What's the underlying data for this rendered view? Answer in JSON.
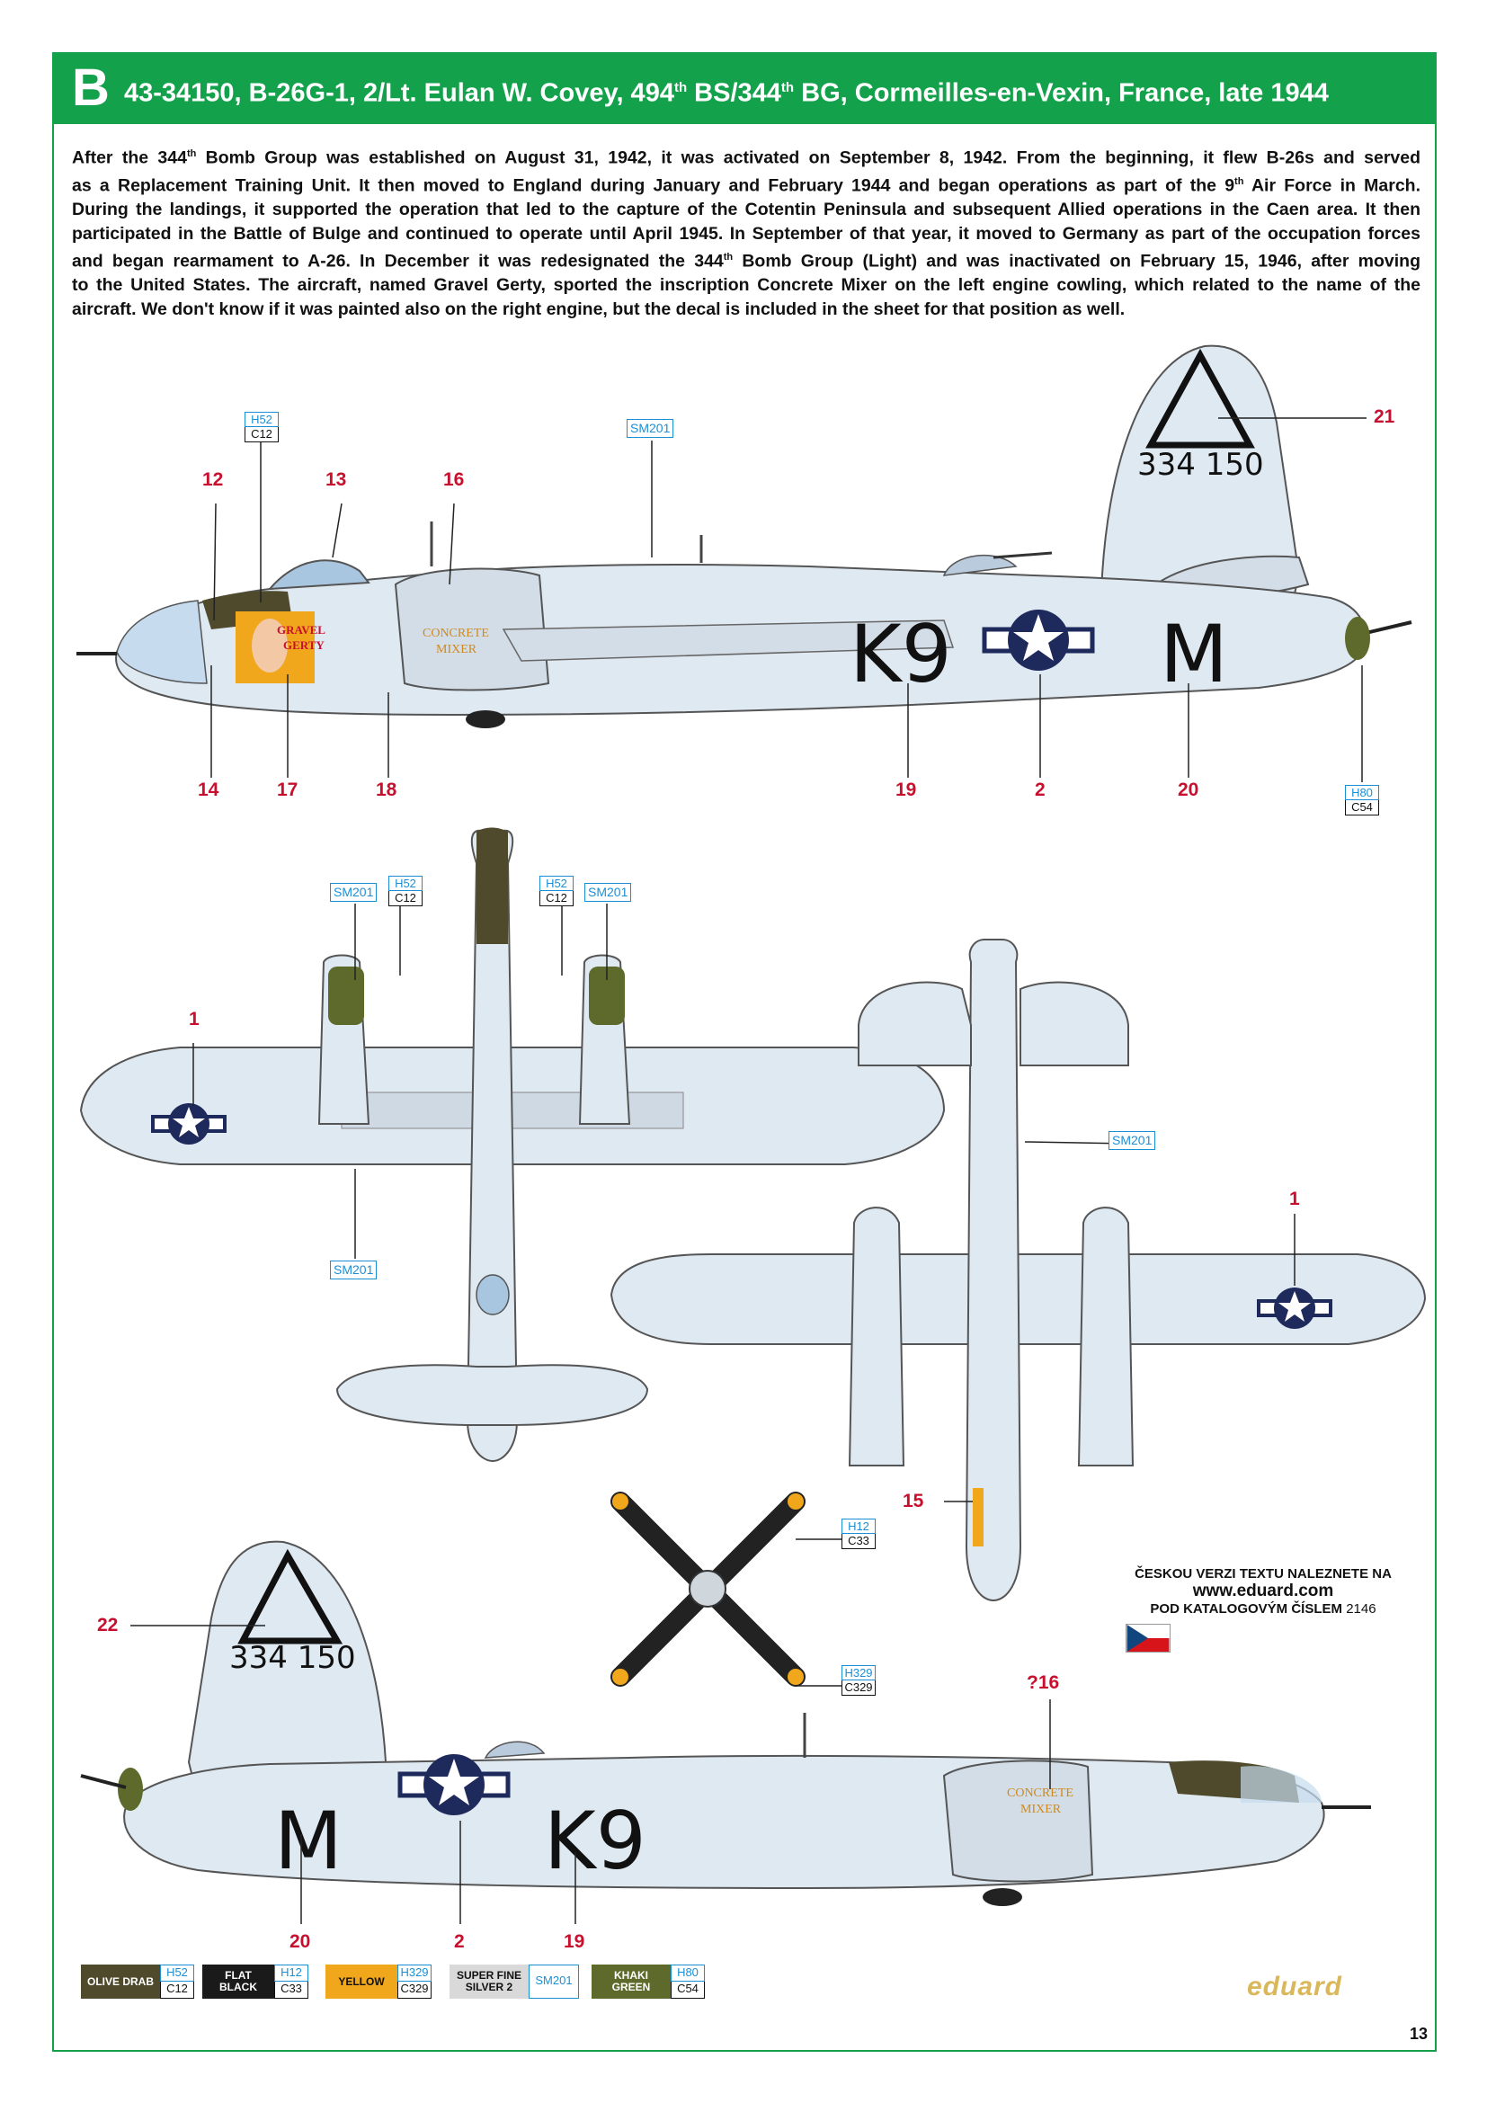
{
  "header": {
    "letter": "B",
    "title_parts": [
      "43-34150, B-26G-1, 2/Lt. Eulan W. Covey, 494",
      "th",
      " BS/344",
      "th",
      " BG, Cormeilles-en-Vexin, France, late 1944"
    ]
  },
  "description": {
    "lines": [
      [
        "After the 344",
        "th",
        " Bomb Group was established on August 31, 1942, it was activated on September 8, 1942. From the beginning, it flew B-26s and served"
      ],
      [
        "as a Replacement Training Unit. It then moved to England during January and February 1944 and began operations as part of the 9",
        "th",
        " Air Force in March."
      ],
      [
        "During the landings, it supported the operation that led to the capture of the Cotentin Peninsula and subsequent Allied operations in the Caen area. It then"
      ],
      [
        "participated in the Battle of Bulge and continued to operate until April 1945. In September of that year, it moved to Germany as part of the occupation forces"
      ],
      [
        "and began rearmament to A-26. In December it was redesignated the 344",
        "th",
        " Bomb Group (Light) and was inactivated on February 15, 1946, after moving"
      ],
      [
        "to the United States. The aircraft, named Gravel Gerty, sported the inscription Concrete Mixer on the left engine cowling, which related to the name of the"
      ],
      [
        "aircraft. We don't know if it was painted also on the right engine, but the decal is included in the sheet for that position as well."
      ]
    ]
  },
  "markings": {
    "tail_code": "334 150",
    "fuselage_code": "K9",
    "individual_letter": "M",
    "nose_art_name": "GRAVEL GERTY",
    "cowling_text": "CONCRETE MIXER"
  },
  "callouts": {
    "left_side": [
      "12",
      "13",
      "16",
      "21",
      "14",
      "17",
      "18",
      "19",
      "2",
      "20"
    ],
    "top_view": [
      "1"
    ],
    "bottom_view": [
      "1",
      "15"
    ],
    "right_side": [
      "22",
      "?16",
      "20",
      "2",
      "19"
    ]
  },
  "paint_codes": {
    "h52": "H52",
    "c12": "C12",
    "h80": "H80",
    "c54": "C54",
    "h12": "H12",
    "c33": "C33",
    "h329": "H329",
    "c329": "C329",
    "sm201": "SM201"
  },
  "legend": [
    {
      "name": "OLIVE DRAB",
      "c1": "H52",
      "c2": "C12",
      "bg": "#4f4a2c",
      "fg": "#ffffff"
    },
    {
      "name": "FLAT BLACK",
      "c1": "H12",
      "c2": "C33",
      "bg": "#1a1a1a",
      "fg": "#ffffff"
    },
    {
      "name": "YELLOW",
      "c1": "H329",
      "c2": "C329",
      "bg": "#f0a71c",
      "fg": "#111111"
    },
    {
      "name": "SUPER FINE SILVER 2",
      "c1": "SM201",
      "c2": "",
      "bg": "#d9d9d9",
      "fg": "#111111"
    },
    {
      "name": "KHAKI GREEN",
      "c1": "H80",
      "c2": "C54",
      "bg": "#5d6a2c",
      "fg": "#ffffff"
    }
  ],
  "czech_note": {
    "line1": "ČESKOU VERZI TEXTU NALEZNETE NA",
    "url": "www.eduard.com",
    "line3": "POD KATALOGOVÝM ČÍSLEM",
    "catalog": "2146"
  },
  "brand": "eduard",
  "page_number": "13",
  "colors": {
    "header_green": "#13a24b",
    "silver": "#dfe9f2",
    "olive_drab": "#4f4a2c",
    "callout_red": "#c8102e",
    "code_blue": "#1a8fd6",
    "yellow": "#f0a71c"
  }
}
